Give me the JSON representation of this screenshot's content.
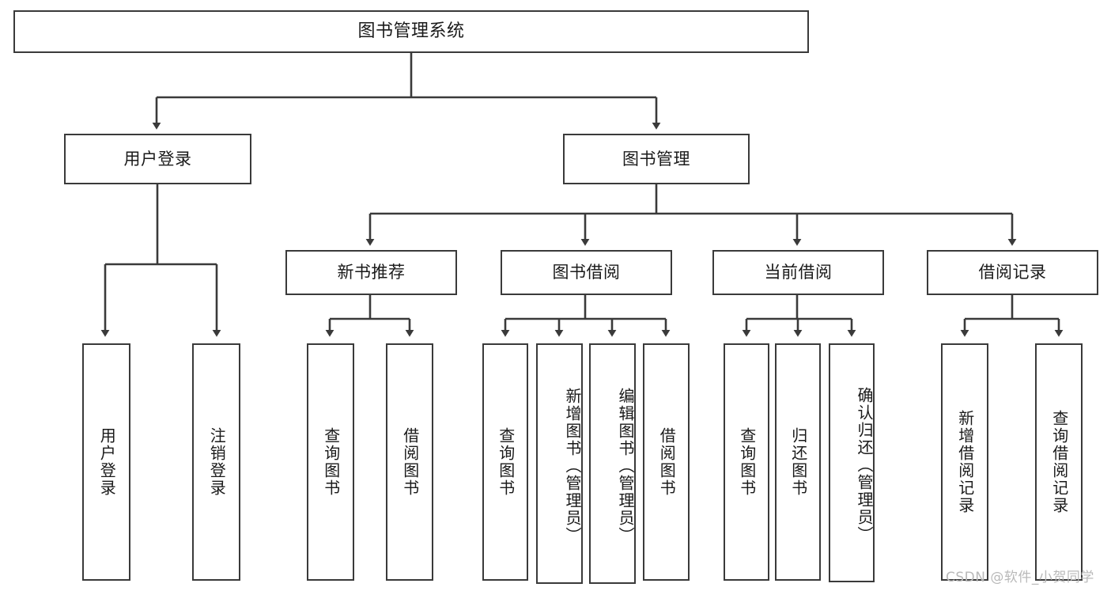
{
  "diagram": {
    "type": "tree",
    "title": "图书管理系统",
    "root": {
      "label": "图书管理系统",
      "id": "root"
    },
    "level2": [
      {
        "id": "user-login",
        "label": "用户登录"
      },
      {
        "id": "book-manage",
        "label": "图书管理"
      }
    ],
    "level3": [
      {
        "id": "new-book-recommend",
        "label": "新书推荐",
        "parent": "book-manage"
      },
      {
        "id": "book-borrow",
        "label": "图书借阅",
        "parent": "book-manage"
      },
      {
        "id": "current-borrow",
        "label": "当前借阅",
        "parent": "book-manage"
      },
      {
        "id": "borrow-record",
        "label": "借阅记录",
        "parent": "book-manage"
      }
    ],
    "leaves": [
      {
        "id": "leaf-user-login",
        "label": "用户登录",
        "parent": "user-login"
      },
      {
        "id": "leaf-logout",
        "label": "注销登录",
        "parent": "user-login"
      },
      {
        "id": "leaf-query-book-1",
        "label": "查询图书",
        "parent": "new-book-recommend"
      },
      {
        "id": "leaf-borrow-book-1",
        "label": "借阅图书",
        "parent": "new-book-recommend"
      },
      {
        "id": "leaf-query-book-2",
        "label": "查询图书",
        "parent": "book-borrow"
      },
      {
        "id": "leaf-add-book",
        "label": "新增图书（管理员）",
        "parent": "book-borrow"
      },
      {
        "id": "leaf-edit-book",
        "label": "编辑图书（管理员）",
        "parent": "book-borrow"
      },
      {
        "id": "leaf-borrow-book-2",
        "label": "借阅图书",
        "parent": "book-borrow"
      },
      {
        "id": "leaf-query-book-3",
        "label": "查询图书",
        "parent": "current-borrow"
      },
      {
        "id": "leaf-return-book",
        "label": "归还图书",
        "parent": "current-borrow"
      },
      {
        "id": "leaf-confirm-return",
        "label": "确认归还（管理员）",
        "parent": "current-borrow"
      },
      {
        "id": "leaf-add-record",
        "label": "新增借阅记录",
        "parent": "borrow-record"
      },
      {
        "id": "leaf-query-record",
        "label": "查询借阅记录",
        "parent": "borrow-record"
      }
    ],
    "colors": {
      "stroke": "#3a3a3a",
      "fill": "#ffffff",
      "text": "#1a1a1a",
      "watermark": "#b9b9b9"
    }
  },
  "watermark": {
    "text": "CSDN @软件_小贺同学"
  }
}
